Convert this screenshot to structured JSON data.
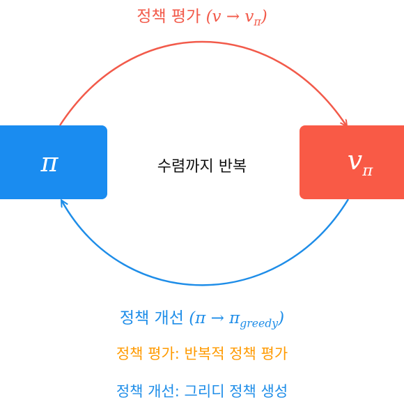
{
  "diagram": {
    "top_arrow": {
      "label_text": "정책 평가",
      "label_math": "(v → v",
      "label_subscript": "π",
      "label_close": ")",
      "color": "#f25a4a"
    },
    "policy_box": {
      "symbol": "π",
      "color": "#1a8cf0"
    },
    "value_box": {
      "symbol": "v",
      "subscript": "π",
      "color": "#f95a46"
    },
    "center_label": "수렴까지 반복",
    "bottom_arrow": {
      "label_text": "정책 개선",
      "label_math": "(π → π",
      "label_subscript": "greedy",
      "label_close": ")",
      "color": "#1e8de8"
    },
    "footer": {
      "line1": "정책 평가: 반복적 정책 평가",
      "line1_color": "#ff9a00",
      "line2": "정책 개선: 그리디 정책 생성",
      "line2_color": "#1e8de8"
    }
  }
}
